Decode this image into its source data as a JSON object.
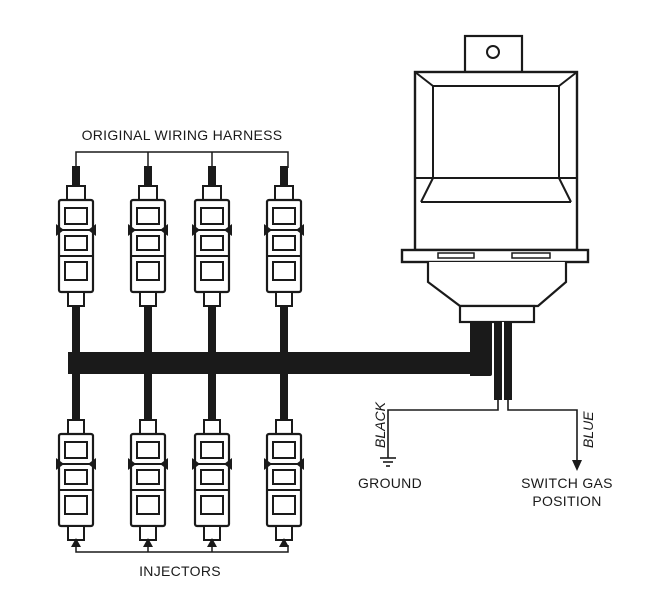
{
  "labels": {
    "harness": "ORIGINAL WIRING HARNESS",
    "injectors": "INJECTORS",
    "ground": "GROUND",
    "switch_line1": "SWITCH GAS",
    "switch_line2": "POSITION"
  },
  "wires": {
    "black": "BLACK",
    "blue": "BLUE"
  },
  "colors": {
    "ink": "#1a1a1a",
    "paper": "#ffffff"
  }
}
